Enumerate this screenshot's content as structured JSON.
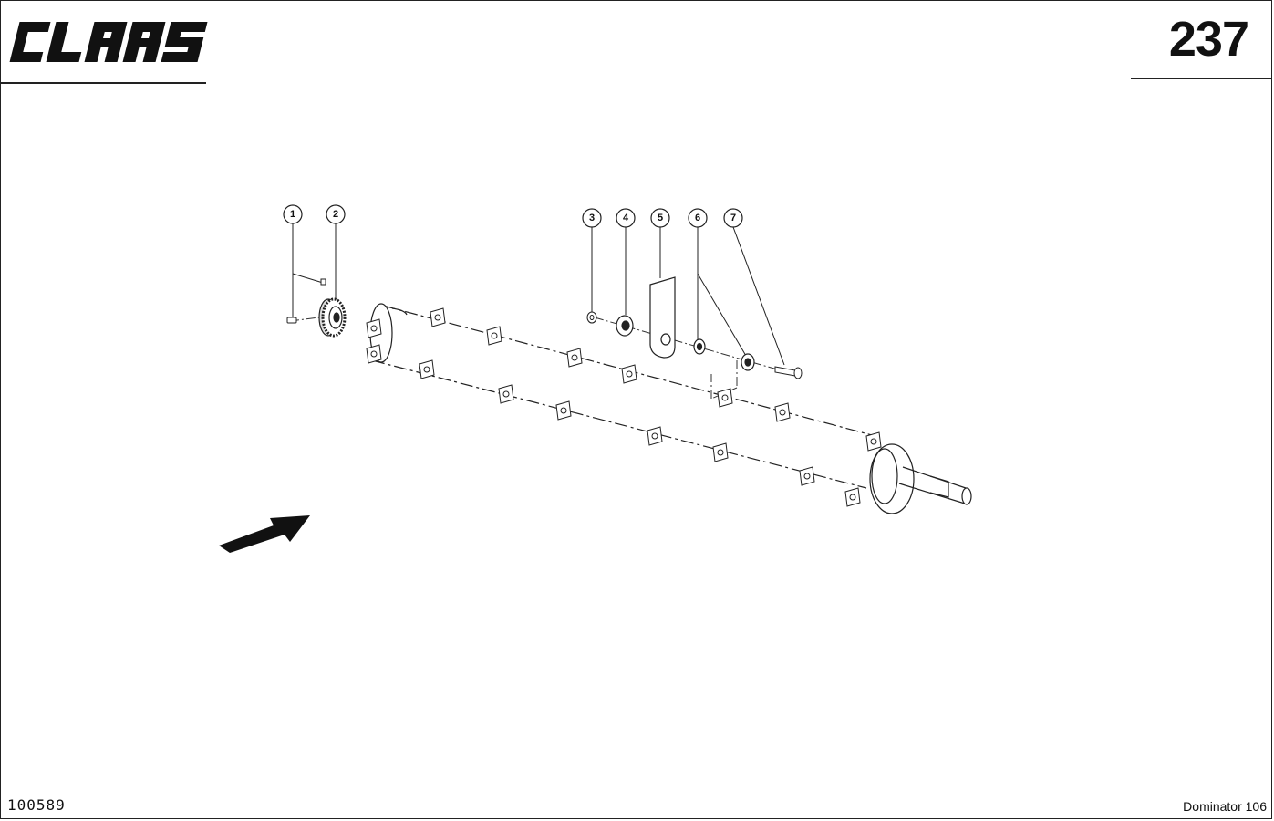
{
  "header": {
    "brand_logo": "CLAAS",
    "page_number": "237"
  },
  "footer": {
    "drawing_code": "100589",
    "model": "Dominator 106"
  },
  "callouts": [
    "1",
    "2",
    "3",
    "4",
    "5",
    "6",
    "7"
  ],
  "icons": {
    "direction_arrow": "arrow-icon"
  }
}
